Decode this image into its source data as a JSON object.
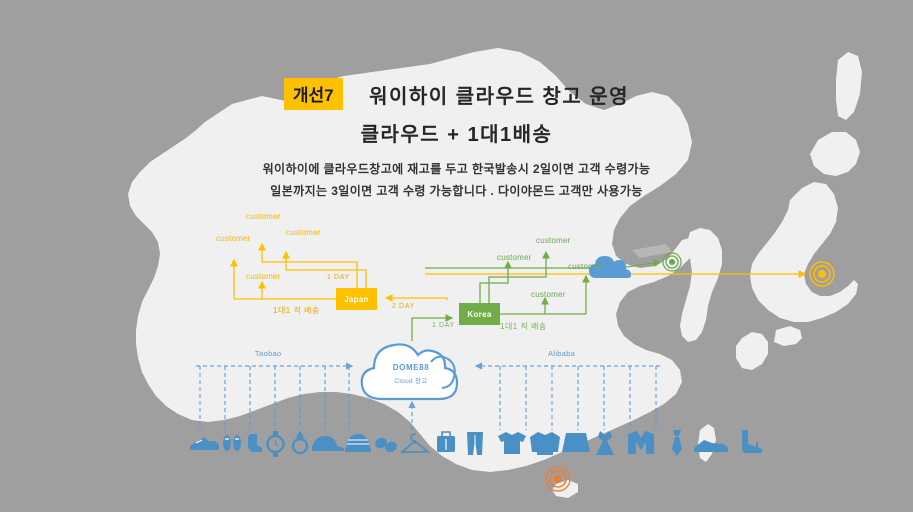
{
  "page": {
    "background_color": "#9f9f9f",
    "land_color": "#f0f0f0",
    "sea_color": "#9f9f9f"
  },
  "header": {
    "badge_label": "개선7",
    "title_main": "워이하이 클라우드 창고 운영",
    "title_sub": "클라우드 + 1대1배송",
    "desc_line1": "워이하이에 클라우드창고에 재고를 두고 한국발송시 2일이면 고객 수령가능",
    "desc_line2": "일본까지는 3일이면 고객 수령 가능합니다 . 다이야몬드 고객만 사용가능",
    "badge_color": "#ffc000",
    "title_color": "#262626"
  },
  "diagram": {
    "cloud": {
      "name": "DOME88",
      "subtitle": "Cloud 창고",
      "color": "#5b9bd5"
    },
    "nodes": [
      {
        "id": "japan",
        "label": "Japan",
        "color": "#ffc000"
      },
      {
        "id": "korea",
        "label": "Korea",
        "color": "#70ad47"
      }
    ],
    "japan_branch": {
      "color": "#ffc000",
      "customers": [
        "customer",
        "customer",
        "customer",
        "customer"
      ],
      "transit_label": "2 DAY",
      "leg_label": "1 DAY",
      "direct_label": "1대1 직 배송"
    },
    "korea_branch": {
      "color": "#70ad47",
      "customers": [
        "customer",
        "customer",
        "customer",
        "customer"
      ],
      "transit_label": "1 DAY",
      "direct_label": "1대1 직 배송"
    },
    "sourcing": {
      "left_label": "Taobao",
      "right_label": "Alibaba",
      "line_color": "#5b9bd5"
    },
    "markers": [
      {
        "id": "japan-marker",
        "color": "#ffc000"
      },
      {
        "id": "korea-marker",
        "color": "#6aa84f"
      },
      {
        "id": "origin-marker",
        "color": "#ed7d31"
      }
    ],
    "product_icons": [
      "sneaker-icon",
      "slippers-icon",
      "sock-icon",
      "watch-icon",
      "ring-icon",
      "cap-icon",
      "beanie-icon",
      "gloves-icon",
      "hanger-icon",
      "suitcase-icon",
      "pants-icon",
      "tshirt-icon",
      "sweater-icon",
      "skirt-icon",
      "dress-icon",
      "suit-icon",
      "tie-icon",
      "shoe-icon",
      "heel-icon"
    ]
  }
}
